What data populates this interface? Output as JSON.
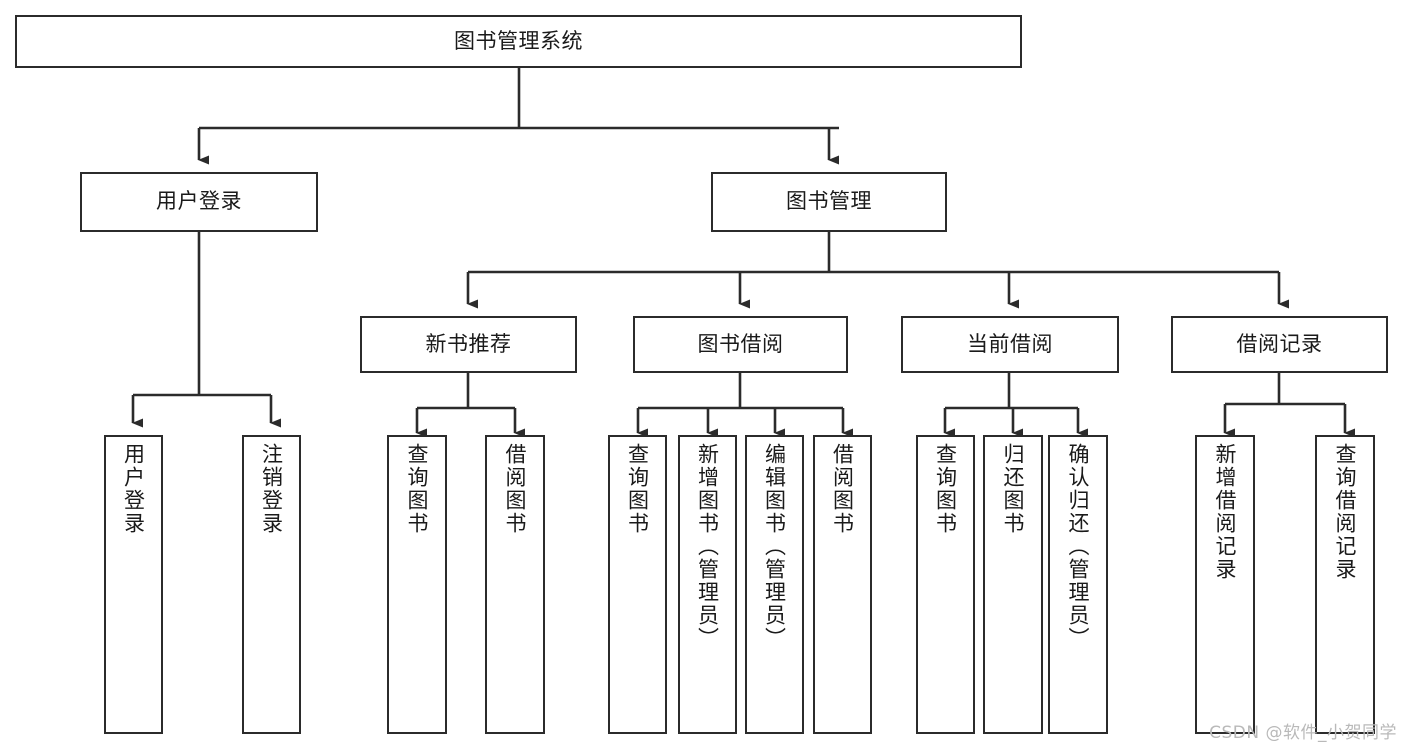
{
  "diagram": {
    "type": "tree-hierarchy-chart",
    "title": "图书管理系统",
    "watermark": "CSDN @软件_小贺同学",
    "colors": {
      "background": "#ffffff",
      "box_border": "#2b2b2b",
      "box_fill": "#ffffff",
      "text": "#1a1a1a",
      "edge": "#2b2b2b",
      "watermark": "#b9b9b9"
    },
    "levels": [
      {
        "level": 0,
        "nodes": [
          {
            "id": "root",
            "label": "图书管理系统",
            "orientation": "horizontal"
          }
        ]
      },
      {
        "level": 1,
        "nodes": [
          {
            "id": "login",
            "label": "用户登录",
            "orientation": "horizontal",
            "parent": "root"
          },
          {
            "id": "bookmgmt",
            "label": "图书管理",
            "orientation": "horizontal",
            "parent": "root"
          }
        ]
      },
      {
        "level": 2,
        "nodes": [
          {
            "id": "newbook",
            "label": "新书推荐",
            "orientation": "horizontal",
            "parent": "bookmgmt"
          },
          {
            "id": "borrow",
            "label": "图书借阅",
            "orientation": "horizontal",
            "parent": "bookmgmt"
          },
          {
            "id": "current",
            "label": "当前借阅",
            "orientation": "horizontal",
            "parent": "bookmgmt"
          },
          {
            "id": "records",
            "label": "借阅记录",
            "orientation": "horizontal",
            "parent": "bookmgmt"
          }
        ]
      },
      {
        "level": 3,
        "nodes": [
          {
            "id": "leaf1",
            "label": "用户登录",
            "orientation": "vertical",
            "parent": "login"
          },
          {
            "id": "leaf2",
            "label": "注销登录",
            "orientation": "vertical",
            "parent": "login"
          },
          {
            "id": "leaf3",
            "label": "查询图书",
            "orientation": "vertical",
            "parent": "newbook"
          },
          {
            "id": "leaf4",
            "label": "借阅图书",
            "orientation": "vertical",
            "parent": "newbook"
          },
          {
            "id": "leaf5",
            "label": "查询图书",
            "orientation": "vertical",
            "parent": "borrow"
          },
          {
            "id": "leaf6",
            "label": "新增图书（管理员）",
            "orientation": "vertical",
            "parent": "borrow"
          },
          {
            "id": "leaf7",
            "label": "编辑图书（管理员）",
            "orientation": "vertical",
            "parent": "borrow"
          },
          {
            "id": "leaf8",
            "label": "借阅图书",
            "orientation": "vertical",
            "parent": "borrow"
          },
          {
            "id": "leaf9",
            "label": "查询图书",
            "orientation": "vertical",
            "parent": "current"
          },
          {
            "id": "leaf10",
            "label": "归还图书",
            "orientation": "vertical",
            "parent": "current"
          },
          {
            "id": "leaf11",
            "label": "确认归还（管理员）",
            "orientation": "vertical",
            "parent": "current"
          },
          {
            "id": "leaf12",
            "label": "新增借阅记录",
            "orientation": "vertical",
            "parent": "records"
          },
          {
            "id": "leaf13",
            "label": "查询借阅记录",
            "orientation": "vertical",
            "parent": "records"
          }
        ]
      }
    ]
  }
}
